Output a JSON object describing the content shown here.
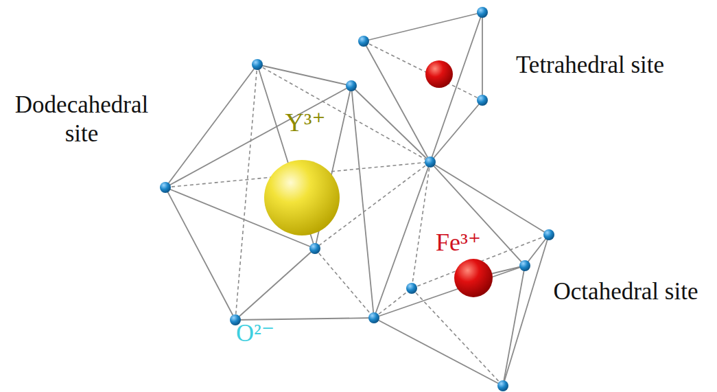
{
  "diagram": {
    "labels": [
      "Dodecahedral site",
      "Tetrahedral site",
      "Octahedral site",
      "Y³⁺",
      "Fe³⁺",
      "O²⁻"
    ]
  }
}
